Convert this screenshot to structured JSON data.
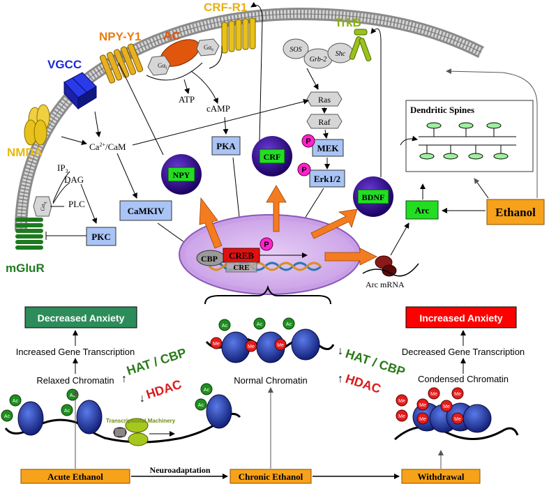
{
  "receptors": {
    "crf_r1": "CRF-R1",
    "npy_y1": "NPY-Y1",
    "ac": "AC",
    "trkb": "TrkB",
    "vgcc": "VGCC",
    "nmda": "NMDA",
    "mglur": "mGluR"
  },
  "g_proteins": {
    "gai": "Gα",
    "gai_sub": "i",
    "gas": "Gα",
    "gas_sub": "s",
    "gaq": "Gα",
    "gaq_sub": "q"
  },
  "adaptors": {
    "sos": "SOS",
    "grb2": "Grb-2",
    "shc": "Shc"
  },
  "messengers": {
    "atp": "ATP",
    "camp": "cAMP",
    "ca_cam_pre": "Ca",
    "ca_cam_sup": "2+",
    "ca_cam_post": "/CaM",
    "ip3": "IP",
    "ip3_sub": "3",
    "dag": "DAG",
    "plc": "PLC"
  },
  "cascade": {
    "ras": "Ras",
    "raf": "Raf",
    "mek": "MEK",
    "erk": "Erk1/2"
  },
  "kinases": {
    "pka": "PKA",
    "camkiv": "CaMKIV",
    "pkc": "PKC"
  },
  "peptides": {
    "npy": "NPY",
    "crf": "CRF",
    "bdnf": "BDNF"
  },
  "phospho": "P",
  "nucleus": {
    "cbp": "CBP",
    "creb": "CREB",
    "cre": "CRE"
  },
  "arc": {
    "label": "Arc",
    "mrna": "Arc mRNA"
  },
  "ethanol": "Ethanol",
  "spines": {
    "title": "Dendritic Spines"
  },
  "chromatin": {
    "decreased_anxiety": "Decreased Anxiety",
    "increased_anxiety": "Increased Anxiety",
    "increased_transcription": "Increased Gene Transcription",
    "decreased_transcription": "Decreased Gene Transcription",
    "relaxed": "Relaxed Chromatin",
    "normal": "Normal Chromatin",
    "condensed": "Condensed Chromatin",
    "hat_cbp": "HAT / CBP",
    "hdac": "HDAC",
    "transcriptional_machinery": "Transcriptional Machinery",
    "ac_mark": "Ac",
    "me_mark": "Me"
  },
  "timeline": {
    "acute": "Acute Ethanol",
    "chronic": "Chronic Ethanol",
    "withdrawal": "Withdrawal",
    "neuroadaptation": "Neuroadaptation"
  },
  "colors": {
    "ac_green": "#1e8f1e",
    "me_red": "#e81c1c",
    "creb_red": "#e01010",
    "nucleus_fill": "#d9b8ec",
    "kinase_box": "#a9c4f5",
    "peptide_green": "#22dd22",
    "peptide_sphere": "#2a007a",
    "phospho": "#ff22cc",
    "arrow_orange": "#f47c20",
    "ethanol_orange": "#f7a21b",
    "decreased_green": "#2c8c5a",
    "increased_red": "#ff0000",
    "hat_green": "#2a7a1a",
    "hdac_red": "#d81c1c",
    "vgcc_blue": "#1a2ad0",
    "receptor_yellow": "#e8c21a",
    "mglur_green": "#1e7a1e",
    "trkb_green": "#9ac21a",
    "ac_orange": "#e0560c",
    "nucleosome_blue": "#1a2a9a"
  }
}
